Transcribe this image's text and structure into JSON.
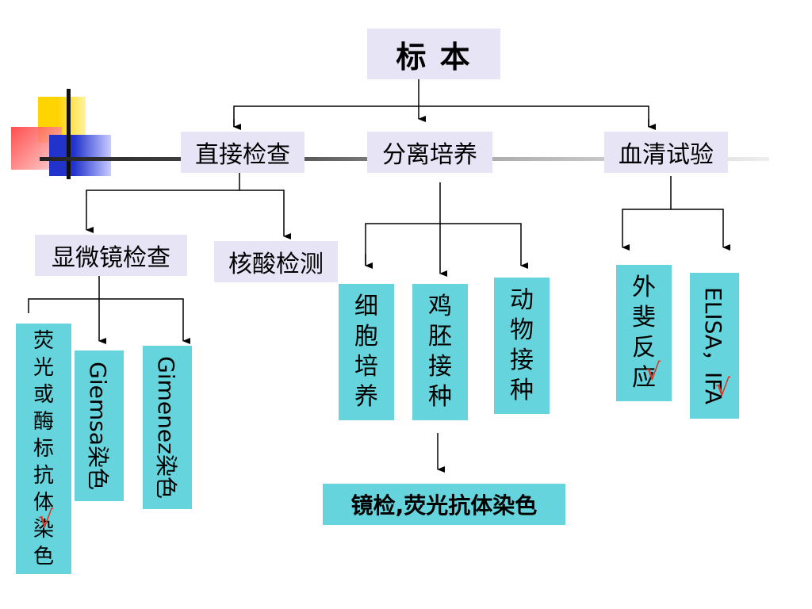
{
  "root": {
    "label": "标 本"
  },
  "level1": {
    "direct": "直接检查",
    "culture": "分离培养",
    "serum": "血清试验"
  },
  "direct_children": {
    "microscopy": "显微镜检查",
    "nucleic": "核酸检测"
  },
  "microscopy_children": {
    "fluorescent_chars": [
      "荧",
      "光",
      "或",
      "酶",
      "标",
      "抗",
      "体",
      "染",
      "色"
    ],
    "giemsa": "Giemsa染色",
    "gimenez": "Gimenez染色"
  },
  "culture_children": {
    "cell_chars": [
      "细",
      "胞",
      "培",
      "养"
    ],
    "embryo_chars": [
      "鸡",
      "胚",
      "接",
      "种"
    ],
    "animal_chars": [
      "动",
      "物",
      "接",
      "种"
    ],
    "result": "镜检,荧光抗体染色"
  },
  "serum_children": {
    "weilfelix_chars": [
      "外",
      "斐",
      "反",
      "应"
    ],
    "elisa": "ELISA，IFA"
  },
  "checkmark": "√",
  "colors": {
    "label_box": "#e6e4f5",
    "method_box": "#66d4dc",
    "accent": "#e0301e"
  }
}
